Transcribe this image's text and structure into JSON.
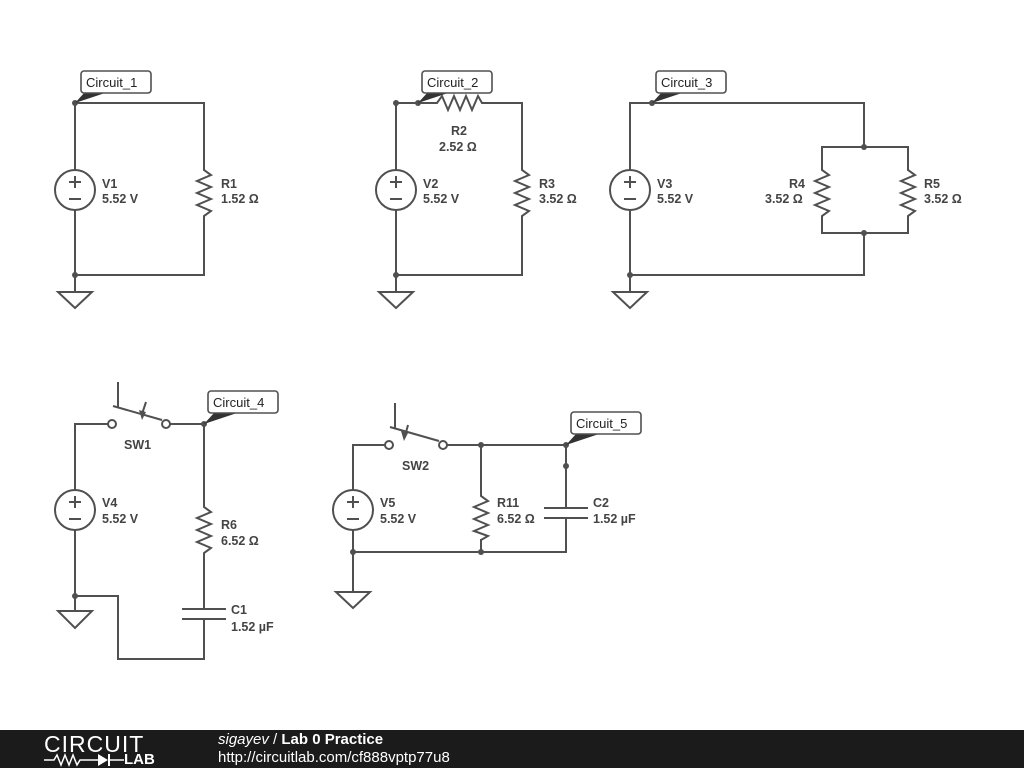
{
  "footer": {
    "logo_top": "CIRCUIT",
    "logo_bottom": "LAB",
    "user": "sigayev",
    "separator": " / ",
    "project": "Lab 0 Practice",
    "url": "http://circuitlab.com/cf888vptp77u8"
  },
  "circuits": [
    {
      "tag": "Circuit_1"
    },
    {
      "tag": "Circuit_2"
    },
    {
      "tag": "Circuit_3"
    },
    {
      "tag": "Circuit_4"
    },
    {
      "tag": "Circuit_5"
    }
  ],
  "components": {
    "V1": {
      "name": "V1",
      "value": "5.52 V"
    },
    "R1": {
      "name": "R1",
      "value": "1.52 Ω"
    },
    "V2": {
      "name": "V2",
      "value": "5.52 V"
    },
    "R2": {
      "name": "R2",
      "value": "2.52 Ω"
    },
    "R3": {
      "name": "R3",
      "value": "3.52 Ω"
    },
    "V3": {
      "name": "V3",
      "value": "5.52 V"
    },
    "R4": {
      "name": "R4",
      "value": "3.52 Ω"
    },
    "R5": {
      "name": "R5",
      "value": "3.52 Ω"
    },
    "V4": {
      "name": "V4",
      "value": "5.52 V"
    },
    "SW1": {
      "name": "SW1"
    },
    "R6": {
      "name": "R6",
      "value": "6.52 Ω"
    },
    "C1": {
      "name": "C1",
      "value": "1.52 µF"
    },
    "V5": {
      "name": "V5",
      "value": "5.52 V"
    },
    "SW2": {
      "name": "SW2"
    },
    "R11": {
      "name": "R11",
      "value": "6.52 Ω"
    },
    "C2": {
      "name": "C2",
      "value": "1.52 µF"
    }
  },
  "colors": {
    "wire": "#505050",
    "footer_bg": "#1b1b1b",
    "background": "#ffffff"
  }
}
